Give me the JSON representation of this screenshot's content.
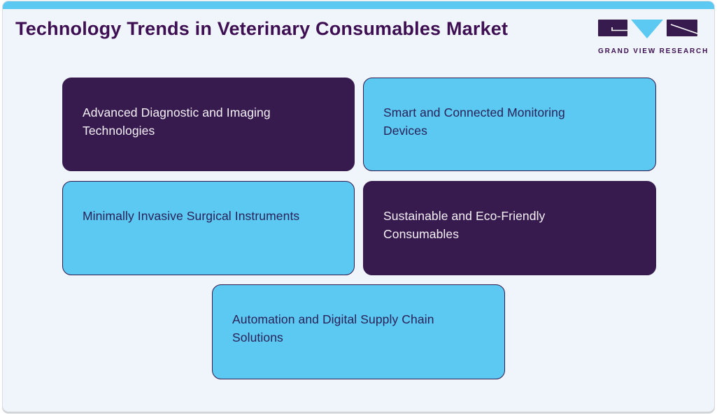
{
  "header": {
    "title": "Technology Trends in Veterinary Consumables Market",
    "logo_brand": "GRAND VIEW RESEARCH"
  },
  "cards": [
    {
      "label": "Advanced Diagnostic and Imaging\nTechnologies",
      "variant": "dark"
    },
    {
      "label": "Smart and Connected Monitoring\nDevices",
      "variant": "blue"
    },
    {
      "label": "Minimally Invasive Surgical Instruments",
      "variant": "blue"
    },
    {
      "label": "Sustainable and Eco-Friendly\nConsumables",
      "variant": "dark"
    },
    {
      "label": "Automation and Digital Supply Chain\nSolutions",
      "variant": "blue"
    }
  ],
  "colors": {
    "accent_blue": "#5BC9F2",
    "dark_purple": "#371A4E",
    "title_purple": "#3E1053",
    "card_bg": "#EFF5FA",
    "blue_card_border": "#32194E",
    "light_text": "#F4F1F6",
    "dark_text": "#2B2158"
  }
}
